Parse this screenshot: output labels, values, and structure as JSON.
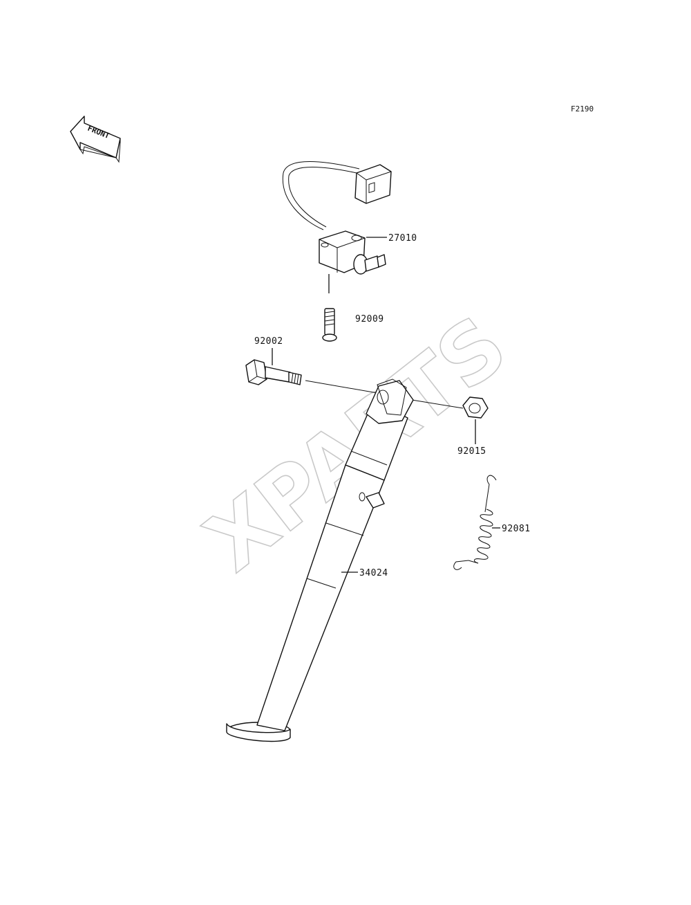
{
  "diagram": {
    "ref_code": "F2190",
    "direction_label": "FRONT",
    "watermark": "XPARTS",
    "parts": [
      {
        "number": "27010",
        "name": "side-stand-switch"
      },
      {
        "number": "92009",
        "name": "switch-screw"
      },
      {
        "number": "92002",
        "name": "pivot-bolt"
      },
      {
        "number": "92015",
        "name": "nut"
      },
      {
        "number": "92081",
        "name": "spring"
      },
      {
        "number": "34024",
        "name": "side-stand"
      }
    ]
  },
  "colors": {
    "ink": "#111111",
    "watermark": "#c9c9c9",
    "background": "#ffffff"
  }
}
